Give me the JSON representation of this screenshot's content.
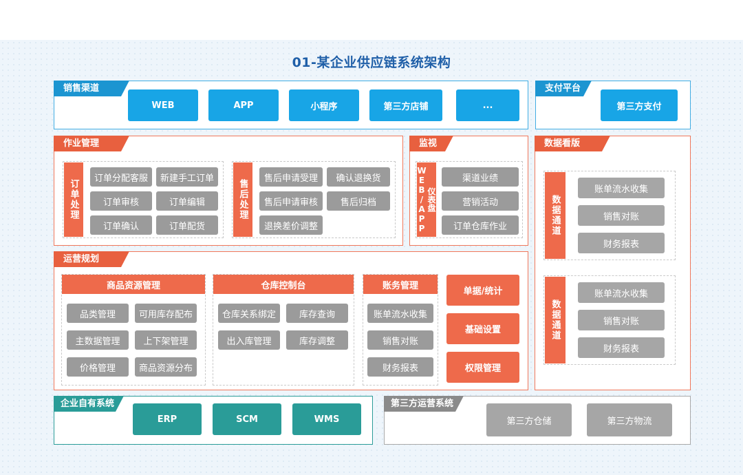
{
  "title": "01-某企业供应链系统架构",
  "sales": {
    "label": "销售渠道",
    "items": [
      "WEB",
      "APP",
      "小程序",
      "第三方店铺",
      "..."
    ]
  },
  "payment": {
    "label": "支付平台",
    "item": "第三方支付"
  },
  "ops": {
    "label": "作业管理",
    "order": {
      "label": "订单处理",
      "items": [
        "订单分配客服",
        "新建手工订单",
        "订单审核",
        "订单编辑",
        "订单确认",
        "订单配货"
      ]
    },
    "aftersale": {
      "label": "售后处理",
      "items": [
        "售后申请受理",
        "确认退换货",
        "售后申请审核",
        "售后归档",
        "退换差价调整"
      ]
    }
  },
  "monitor": {
    "label": "监视",
    "side": "仪表盘WEB/APP",
    "items": [
      "渠道业绩",
      "营销活动",
      "订单仓库作业"
    ]
  },
  "dashboard": {
    "label": "数据看版",
    "group1": {
      "side": "数据通道",
      "items": [
        "账单流水收集",
        "销售对账",
        "财务报表"
      ]
    },
    "group2": {
      "side": "数据通道",
      "items": [
        "账单流水收集",
        "销售对账",
        "财务报表"
      ]
    }
  },
  "planning": {
    "label": "运营规划",
    "goods": {
      "label": "商品资源管理",
      "items": [
        "品类管理",
        "可用库存配布",
        "主数据管理",
        "上下架管理",
        "价格管理",
        "商品资源分布"
      ]
    },
    "warehouse": {
      "label": "仓库控制台",
      "items": [
        "仓库关系绑定",
        "库存查询",
        "出入库管理",
        "库存调整"
      ]
    },
    "accounts": {
      "label": "账务管理",
      "items": [
        "账单流水收集",
        "销售对账",
        "财务报表"
      ]
    },
    "side": [
      "单据/统计",
      "基础设置",
      "权限管理"
    ]
  },
  "own": {
    "label": "企业自有系统",
    "items": [
      "ERP",
      "SCM",
      "WMS"
    ]
  },
  "third": {
    "label": "第三方运营系统",
    "items": [
      "第三方仓储",
      "第三方物流"
    ]
  },
  "colors": {
    "blue": "#1c95d1",
    "red": "#ee6a4b",
    "teal": "#2a9c98",
    "gray": "#9b9b9b",
    "title": "#1f5fa8"
  }
}
